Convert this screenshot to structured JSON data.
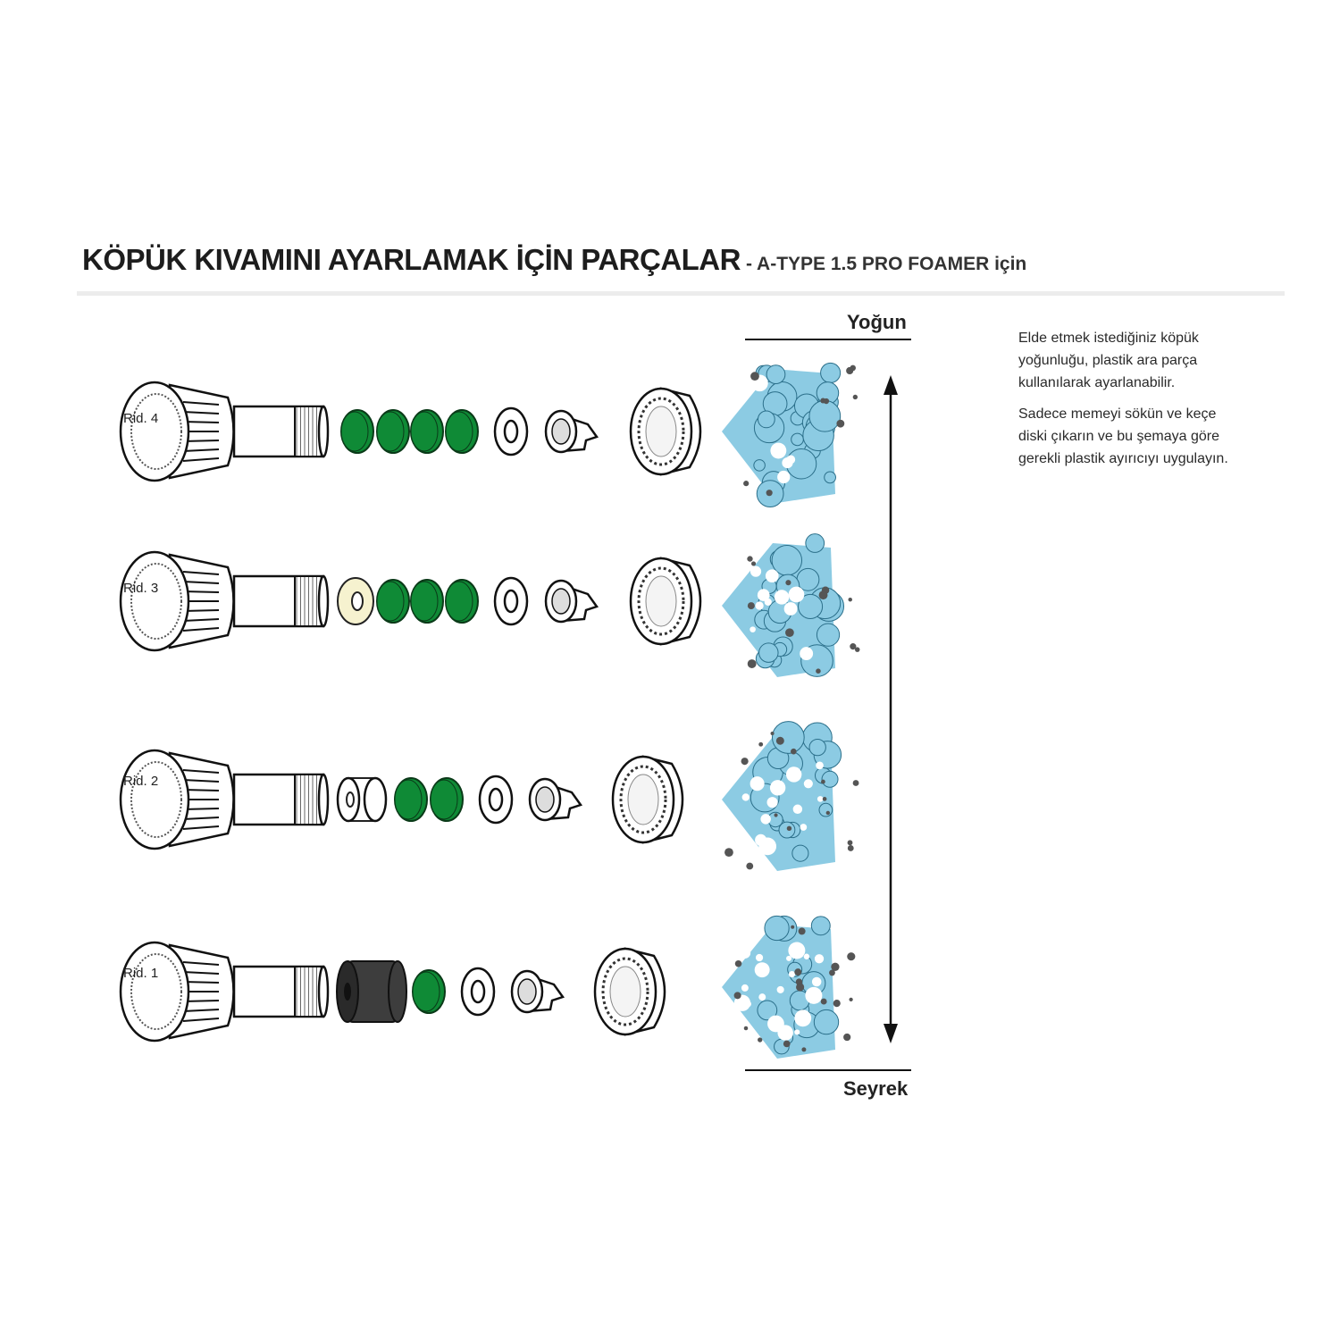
{
  "header": {
    "title": "KÖPÜK KIVAMINI AYARLAMAK İÇİN PARÇALAR",
    "subtitle": "- A-TYPE 1.5 PRO FOAMER için"
  },
  "scale": {
    "top_label": "Yoğun",
    "bottom_label": "Seyrek"
  },
  "notes": [
    "Elde etmek istediğiniz köpük yoğunluğu, plastik ara parça kullanılarak ayarlanabilir.",
    "Sadece memeyi sökün ve keçe diski çıkarın ve bu şemaya göre gerekli plastik ayırıcıyı uygulayın."
  ],
  "rows": [
    {
      "label": "Rid. 4",
      "spacers": [
        "green",
        "green",
        "green",
        "green"
      ],
      "foam_density": 4
    },
    {
      "label": "Rid. 3",
      "spacers": [
        "cream-disc",
        "green",
        "green",
        "green"
      ],
      "foam_density": 3
    },
    {
      "label": "Rid. 2",
      "spacers": [
        "cream-cylinder",
        "green",
        "green"
      ],
      "foam_density": 2
    },
    {
      "label": "Rid. 1",
      "spacers": [
        "dark-cylinder",
        "green"
      ],
      "foam_density": 1
    }
  ],
  "colors": {
    "green": "#0f8a36",
    "cream": "#f6f2cf",
    "dark": "#3d3d3d",
    "foam": "#8ccbe3"
  }
}
